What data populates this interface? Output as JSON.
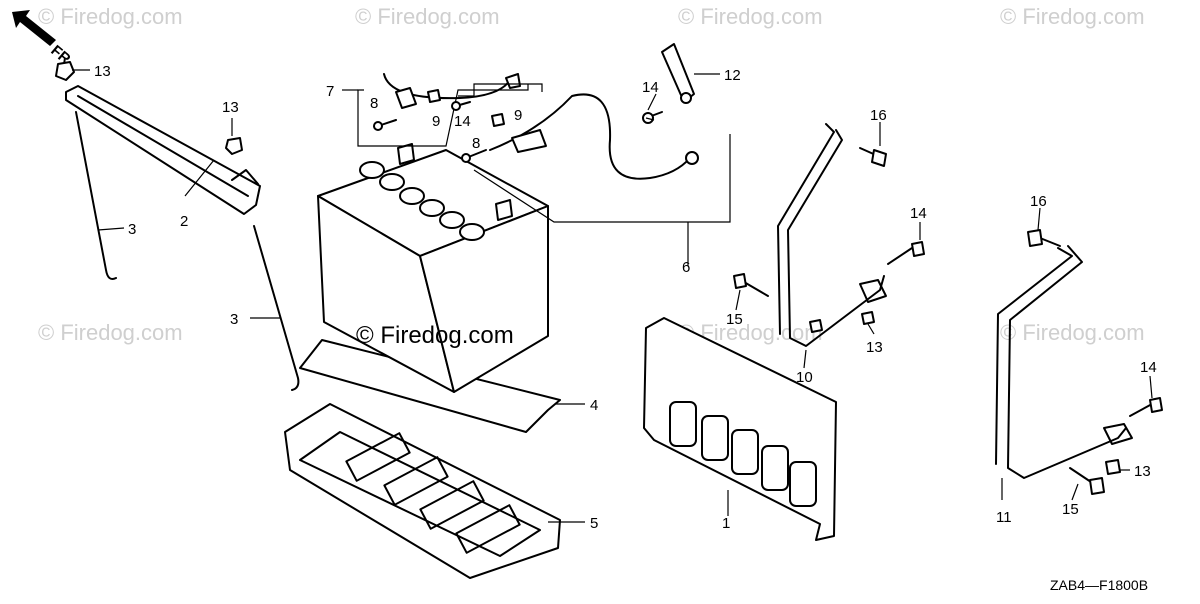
{
  "direction": {
    "text": "FR."
  },
  "watermarks": [
    "© Firedog.com",
    "© Firedog.com",
    "© Firedog.com",
    "© Firedog.com",
    "© Firedog.com",
    "© Firedog.com",
    "© Firedog.com",
    "© Firedog.com"
  ],
  "center_watermark": "© Firedog.com",
  "diagram_code": "ZAB4—F1800B",
  "callouts": {
    "c1": "1",
    "c2": "2",
    "c3a": "3",
    "c3b": "3",
    "c4": "4",
    "c5": "5",
    "c6": "6",
    "c7": "7",
    "c8a": "8",
    "c8b": "8",
    "c9a": "9",
    "c9b": "9",
    "c10": "10",
    "c11": "11",
    "c12": "12",
    "c13a": "13",
    "c13b": "13",
    "c13c": "13",
    "c13d": "13",
    "c14a": "14",
    "c14b": "14",
    "c14c": "14",
    "c14d": "14",
    "c15a": "15",
    "c15b": "15",
    "c16a": "16",
    "c16b": "16"
  }
}
